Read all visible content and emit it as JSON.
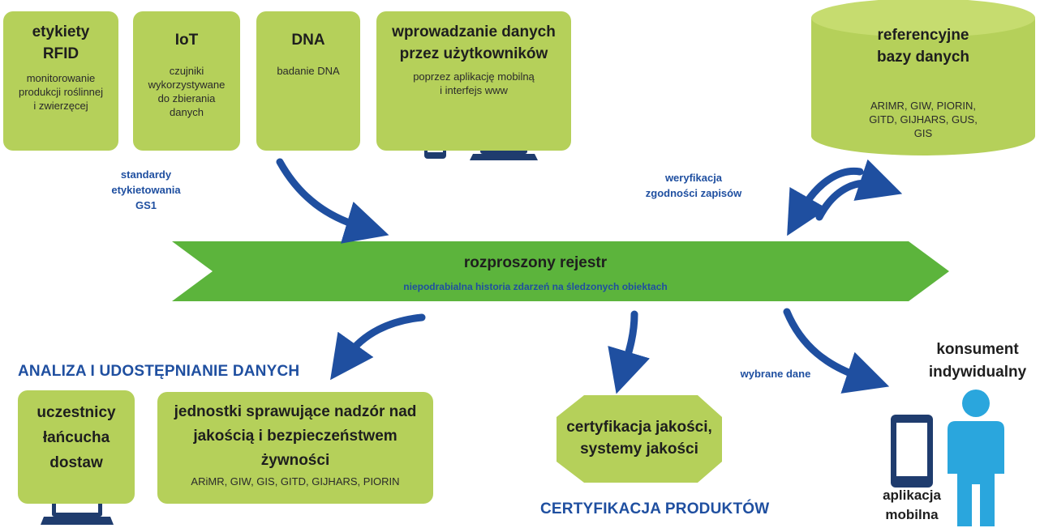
{
  "colors": {
    "box_green": "#b5d05a",
    "banner_green": "#5cb43c",
    "arrow_blue": "#1f4fa0",
    "person_blue": "#2aa6dd",
    "device_navy": "#1f3c6e"
  },
  "sources": [
    {
      "title_lines": [
        "etykiety",
        "RFID"
      ],
      "desc_lines": [
        "monitorowanie",
        "produkcji roślinnej",
        "i zwierzęcej"
      ]
    },
    {
      "title_lines": [
        "IoT"
      ],
      "desc_lines": [
        "czujniki",
        "wykorzystywane",
        "do zbierania",
        "danych"
      ]
    },
    {
      "title_lines": [
        "DNA"
      ],
      "desc_lines": [
        "badanie DNA"
      ]
    },
    {
      "title_lines": [
        "wprowadzanie danych",
        "przez użytkowników"
      ],
      "desc_lines": [
        "poprzez aplikację mobilną",
        "i interfejs www"
      ]
    }
  ],
  "reference_db": {
    "title_lines": [
      "referencyjne",
      "bazy danych"
    ],
    "desc_lines": [
      "ARIMR, GIW, PIORIN,",
      "GITD, GIJHARS, GUS,",
      "GIS"
    ]
  },
  "labels": {
    "gs1_lines": [
      "standardy",
      "etykietowania",
      "GS1"
    ],
    "verification_lines": [
      "weryfikacja",
      "zgodności zapisów"
    ],
    "selected_data": "wybrane dane"
  },
  "registry": {
    "title": "rozproszony rejestr",
    "subtitle": "niepodrabialna historia zdarzeń na śledzonych obiektach"
  },
  "analysis": {
    "caption": "ANALIZA I UDOSTĘPNIANIE DANYCH",
    "participants_lines": [
      "uczestnicy",
      "łańcucha",
      "dostaw"
    ],
    "supervision_lines": [
      "jednostki sprawujące nadzór nad",
      "jakością i bezpieczeństwem",
      "żywności"
    ],
    "supervision_desc": "ARiMR, GIW, GIS, GITD, GIJHARS, PIORIN"
  },
  "certification": {
    "title_lines": [
      "certyfikacja jakości,",
      "systemy jakości"
    ],
    "caption": "CERTYFIKACJA PRODUKTÓW"
  },
  "consumer": {
    "title_lines": [
      "konsument",
      "indywidualny"
    ],
    "app_lines": [
      "aplikacja",
      "mobilna"
    ]
  }
}
